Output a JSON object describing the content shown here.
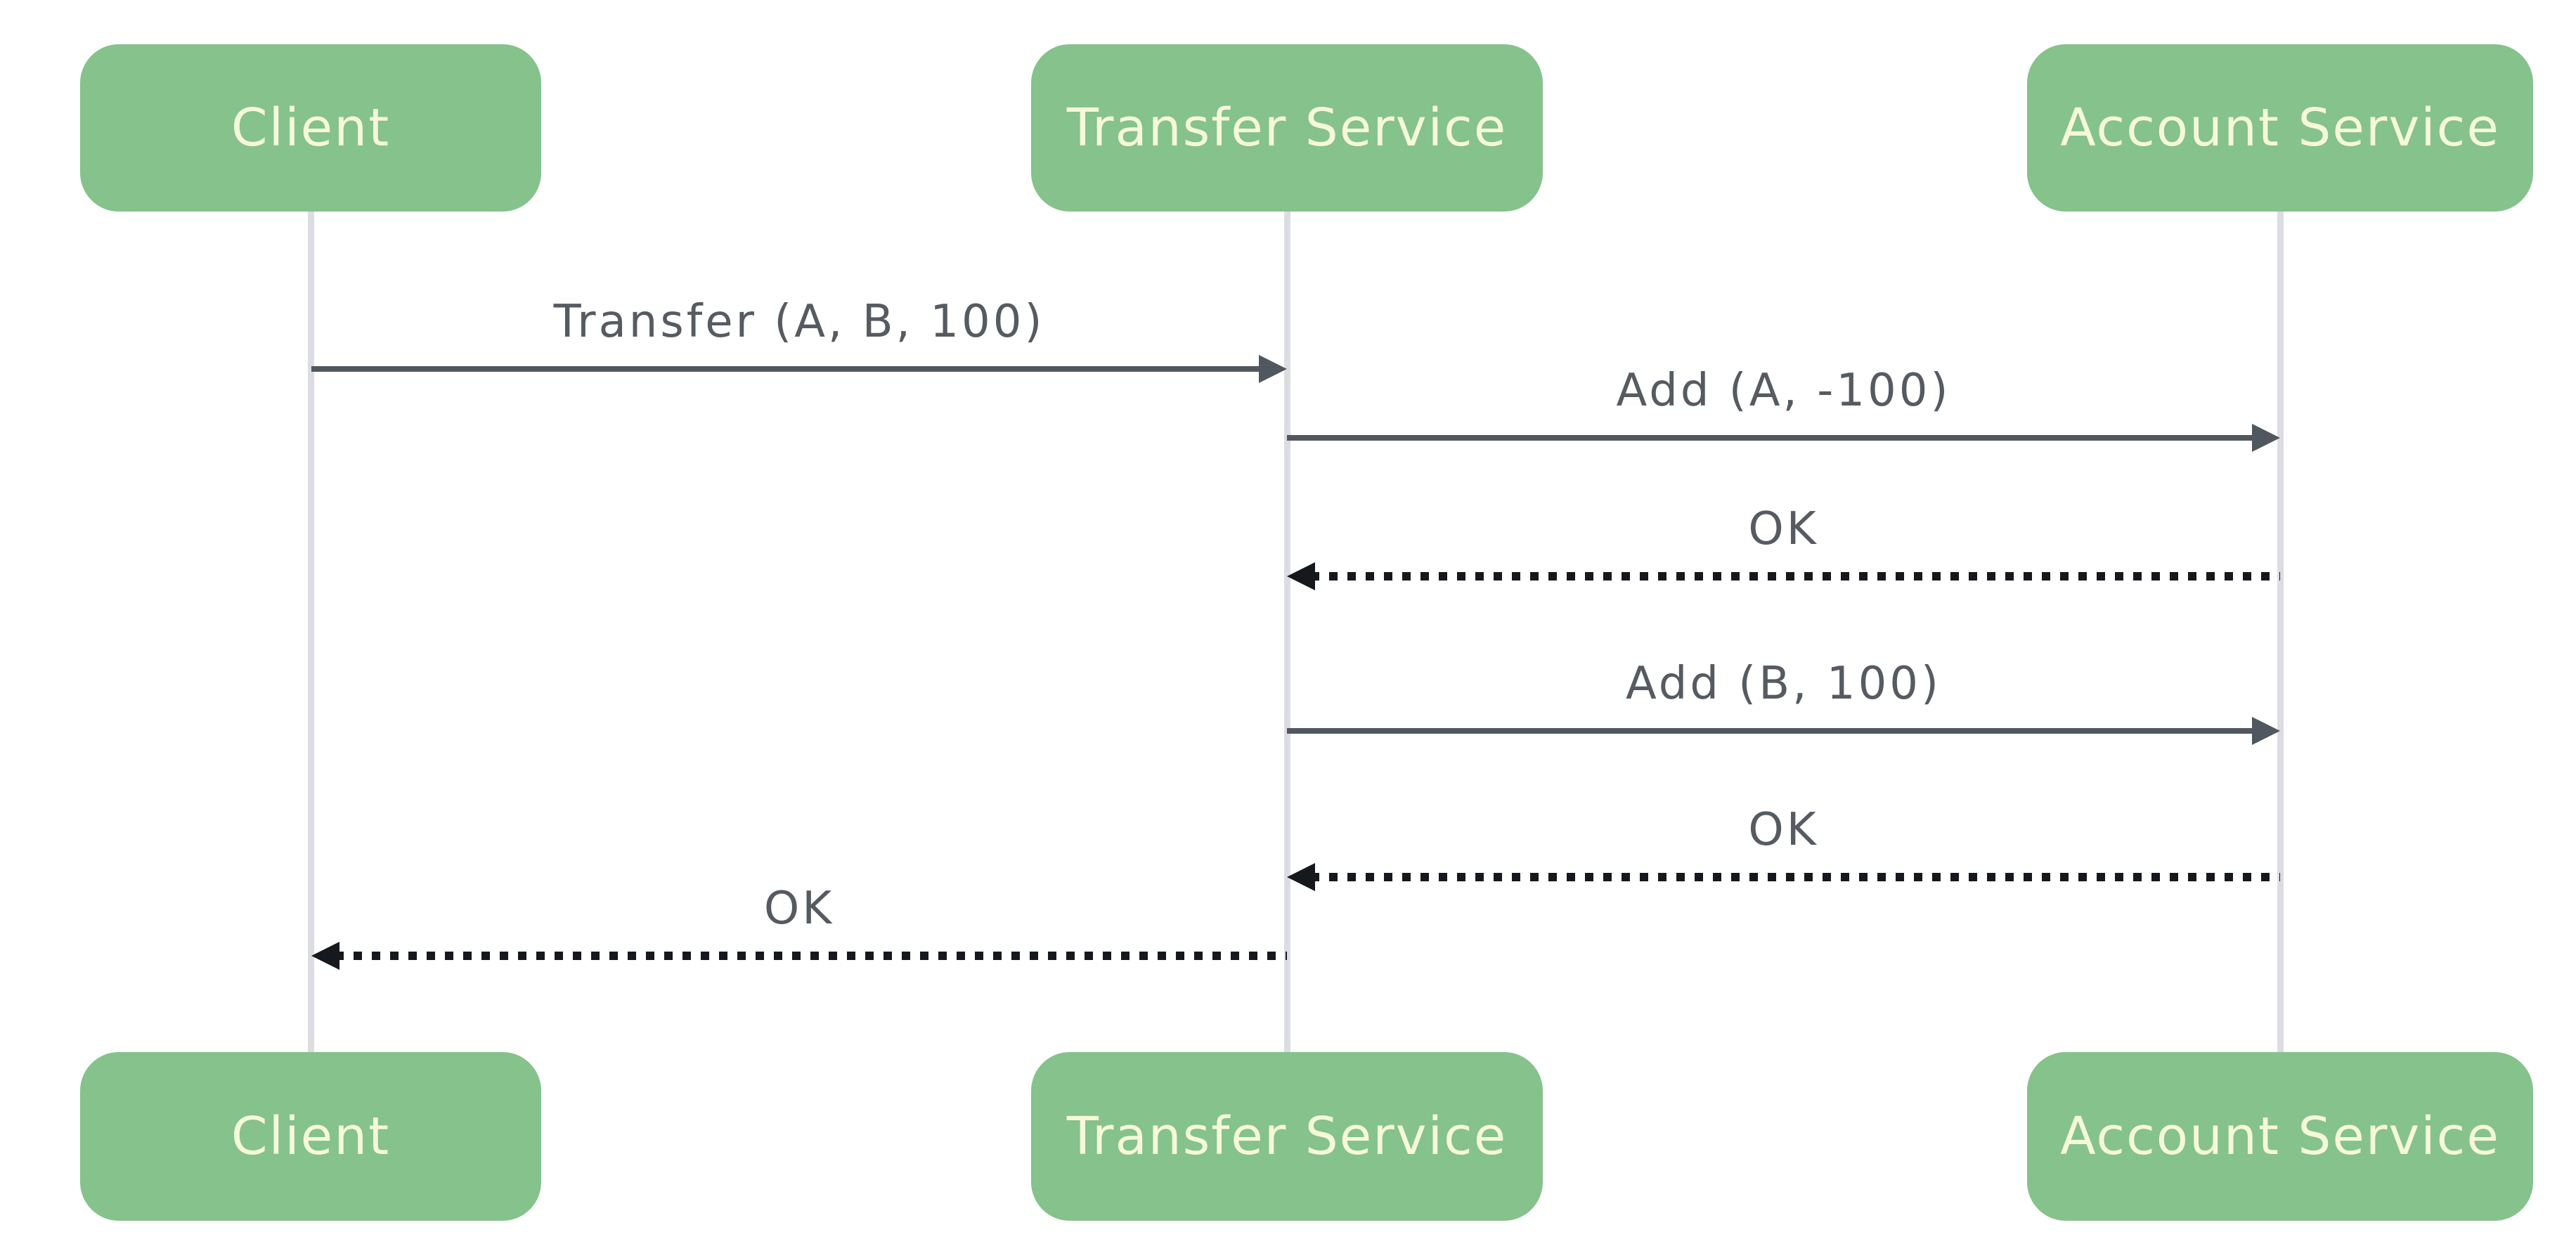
{
  "diagram": {
    "type": "sequence",
    "actors": [
      {
        "id": "client",
        "label": "Client"
      },
      {
        "id": "transfer-service",
        "label": "Transfer Service"
      },
      {
        "id": "account-service",
        "label": "Account Service"
      }
    ],
    "messages": [
      {
        "from": "client",
        "to": "transfer-service",
        "label": "Transfer (A, B, 100)",
        "style": "solid",
        "direction": "right"
      },
      {
        "from": "transfer-service",
        "to": "account-service",
        "label": "Add (A, -100)",
        "style": "solid",
        "direction": "right"
      },
      {
        "from": "account-service",
        "to": "transfer-service",
        "label": "OK",
        "style": "dotted",
        "direction": "left"
      },
      {
        "from": "transfer-service",
        "to": "account-service",
        "label": "Add (B, 100)",
        "style": "solid",
        "direction": "right"
      },
      {
        "from": "account-service",
        "to": "transfer-service",
        "label": "OK",
        "style": "dotted",
        "direction": "left"
      },
      {
        "from": "transfer-service",
        "to": "client",
        "label": "OK",
        "style": "dotted",
        "direction": "left"
      }
    ],
    "colors": {
      "actor_fill": "#85c28c",
      "actor_text": "#f6f8da",
      "solid_arrow": "#51575e",
      "dotted_arrow": "#15181c",
      "message_text": "#565b62",
      "lifeline": "#dbdde1",
      "background": "#ffffff"
    }
  }
}
